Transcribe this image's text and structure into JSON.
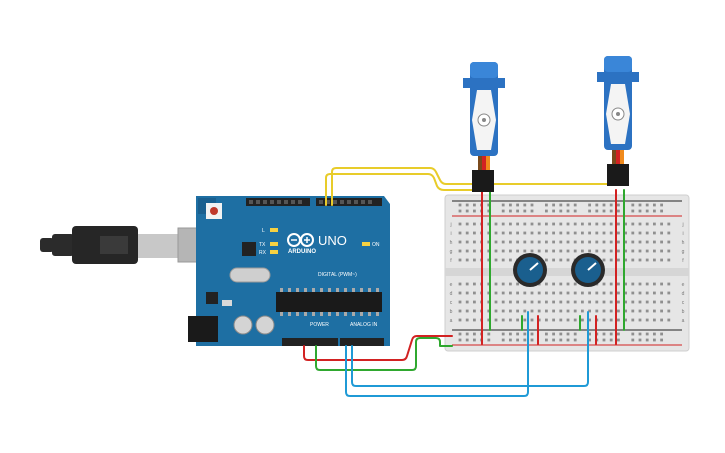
{
  "board": {
    "name": "UNO",
    "brand": "ARDUINO",
    "digital_label": "DIGITAL (PWM~)",
    "power_label": "POWER",
    "analog_label": "ANALOG IN",
    "led_l": "L",
    "led_tx": "TX",
    "led_rx": "RX",
    "on_label": "ON",
    "colors": {
      "board": "#1e6fa3",
      "header": "#222222",
      "chip": "#1a1a1a"
    }
  },
  "breadboard": {
    "row_letters_top": [
      "j",
      "i",
      "h",
      "g",
      "f"
    ],
    "row_letters_bottom": [
      "e",
      "d",
      "c",
      "b",
      "a"
    ],
    "colors": {
      "body": "#e6e6e6",
      "rail_plus": "#d22222",
      "rail_minus": "#222222"
    }
  },
  "components": {
    "servos": [
      {
        "id": "servo-1"
      },
      {
        "id": "servo-2"
      }
    ],
    "potentiometers": [
      {
        "id": "pot-1"
      },
      {
        "id": "pot-2"
      }
    ],
    "usb_cable": {
      "id": "usb"
    }
  },
  "wire_colors": {
    "signal": "#e8cc2a",
    "power": "#d22222",
    "ground": "#2fa82f",
    "analog": "#1f9ad6",
    "servo_brown": "#7a4a1c",
    "servo_orange": "#f08a1c"
  }
}
